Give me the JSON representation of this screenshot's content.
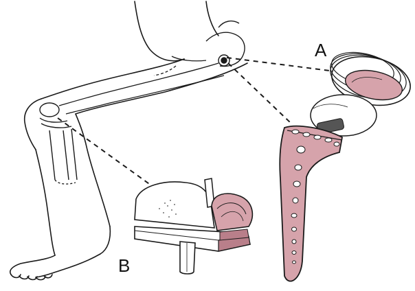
{
  "labels": {
    "a": "A",
    "b": "B"
  },
  "colors": {
    "ink": "#1a1a1a",
    "implant_pink": "#d6a3ab",
    "implant_pink_dark": "#b97f8a",
    "paper": "#ffffff"
  },
  "components": [
    "leg-outline",
    "hip-joint",
    "acetabular-cup",
    "femoral-head",
    "femoral-stem",
    "knee-joint",
    "knee-femoral-component",
    "tibial-stem"
  ]
}
